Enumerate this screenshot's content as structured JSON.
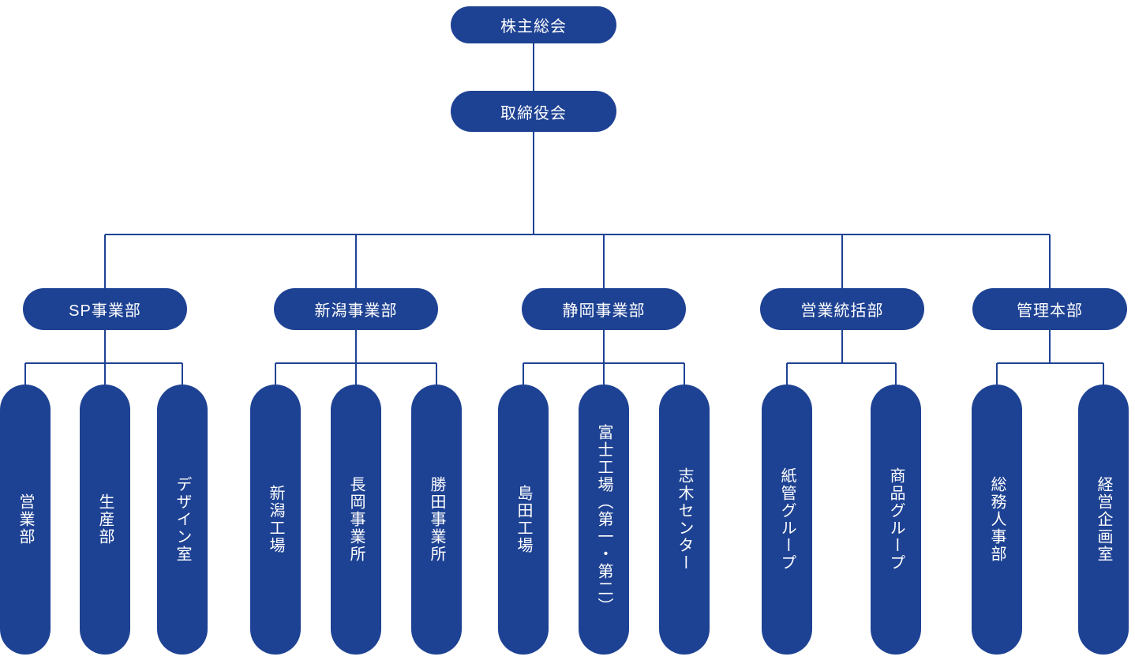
{
  "palette": {
    "node_blue": "#1e4293",
    "line_blue": "#1e4293",
    "text_white": "#ffffff",
    "background": "#ffffff"
  },
  "org_chart": {
    "type": "organizational-chart",
    "root": {
      "label": "株主総会"
    },
    "board": {
      "label": "取締役会"
    },
    "divisions": [
      {
        "label": "SP事業部",
        "children": [
          {
            "label": "営業部"
          },
          {
            "label": "生産部"
          },
          {
            "label": "デザイン室"
          }
        ]
      },
      {
        "label": "新潟事業部",
        "children": [
          {
            "label": "新潟工場"
          },
          {
            "label": "長岡事業所"
          },
          {
            "label": "勝田事業所"
          }
        ]
      },
      {
        "label": "静岡事業部",
        "children": [
          {
            "label": "島田工場"
          },
          {
            "label": "富士工場（第一・第二）"
          },
          {
            "label": "志木センター"
          }
        ]
      },
      {
        "label": "営業統括部",
        "children": [
          {
            "label": "紙管グループ"
          },
          {
            "label": "商品グループ"
          }
        ]
      },
      {
        "label": "管理本部",
        "children": [
          {
            "label": "総務人事部"
          },
          {
            "label": "経営企画室"
          }
        ]
      }
    ]
  }
}
